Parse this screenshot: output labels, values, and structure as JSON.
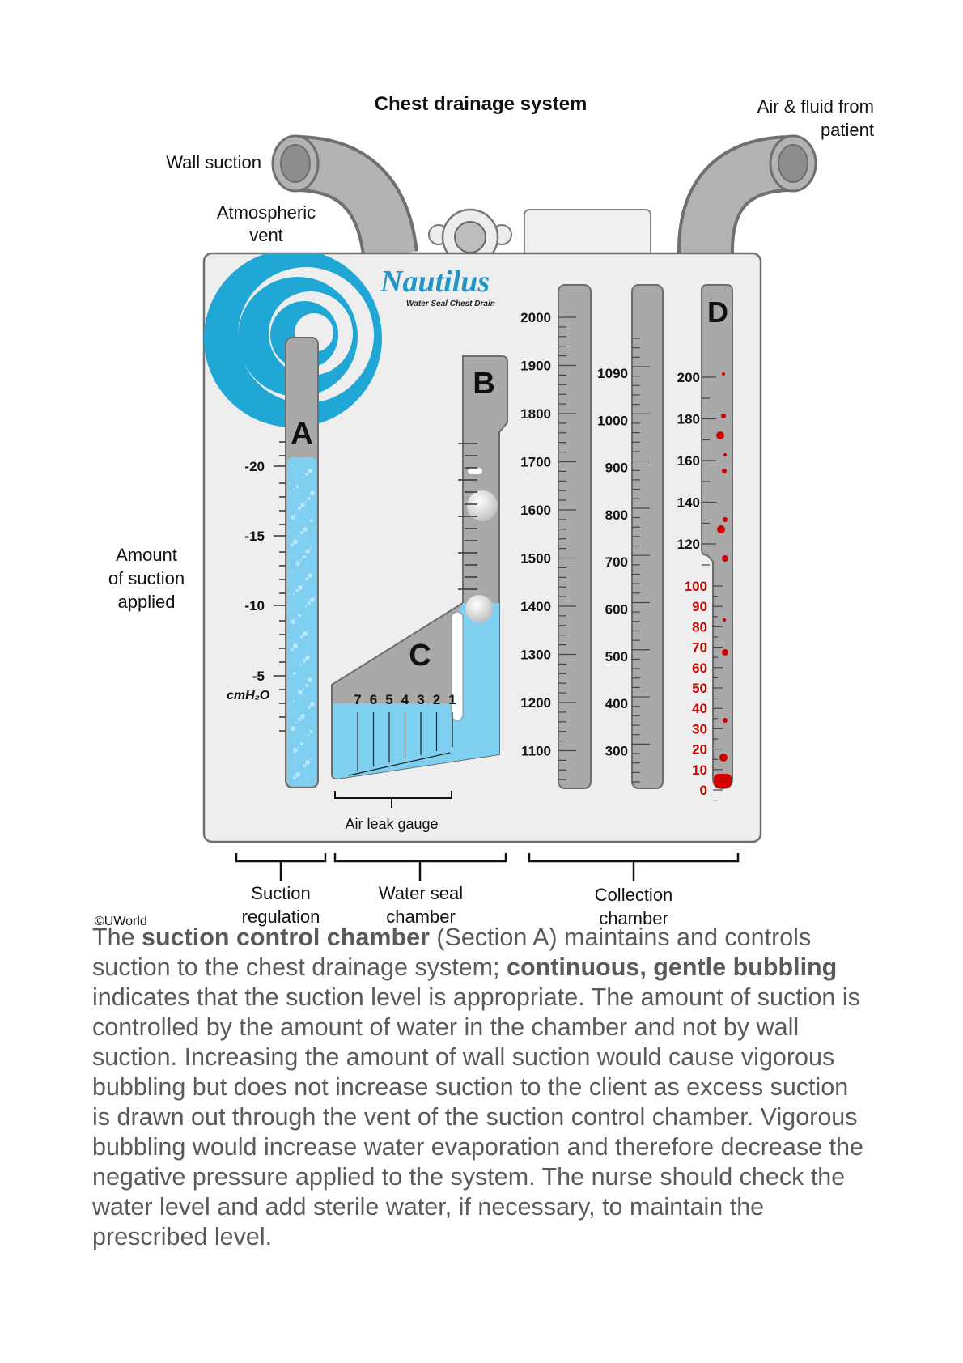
{
  "diagram": {
    "title": "Chest drainage system",
    "labels": {
      "wall_suction": "Wall suction",
      "atmospheric_vent_1": "Atmospheric",
      "atmospheric_vent_2": "vent",
      "air_fluid_1": "Air & fluid from",
      "air_fluid_2": "patient",
      "amount_1": "Amount",
      "amount_2": "of suction",
      "amount_3": "applied",
      "unit": "cmH₂O",
      "air_leak_gauge": "Air leak gauge",
      "suction_regulation_1": "Suction",
      "suction_regulation_2": "regulation",
      "water_seal_1": "Water seal",
      "water_seal_2": "chamber",
      "collection_1": "Collection",
      "collection_2": "chamber",
      "copyright": "©UWorld"
    },
    "brand": {
      "name": "Nautilus",
      "tagline": "Water Seal Chest Drain"
    },
    "sections": {
      "a": "A",
      "b": "B",
      "c": "C",
      "d": "D"
    },
    "suction_ticks": [
      "-20",
      "-15",
      "-10",
      "-5"
    ],
    "air_leak_numbers": [
      "7",
      "6",
      "5",
      "4",
      "3",
      "2",
      "1"
    ],
    "collection_col1": [
      "2000",
      "1900",
      "1800",
      "1700",
      "1600",
      "1500",
      "1400",
      "1300",
      "1200",
      "1100"
    ],
    "collection_col2": [
      "1090",
      "1000",
      "900",
      "800",
      "700",
      "600",
      "500",
      "400",
      "300"
    ],
    "collection_col3_black": [
      "200",
      "180",
      "160",
      "140",
      "120"
    ],
    "collection_col3_red": [
      "100",
      "90",
      "80",
      "70",
      "60",
      "50",
      "40",
      "30",
      "20",
      "10",
      "0"
    ],
    "colors": {
      "water": "#7fcff0",
      "swirl": "#21a7d6",
      "brand": "#1f95c8",
      "tube": "#a9a9a9",
      "fluid": "#d40000"
    }
  },
  "caption": {
    "p1": "The ",
    "b1": "suction control chamber",
    "p2": " (Section A) maintains and controls suction to the chest drainage system; ",
    "b2": "continuous, gentle bubbling",
    "p3": " indicates that the suction level is appropriate.  The amount of suction is controlled by the amount of water in the chamber and not by wall suction.  Increasing the amount of wall suction would cause vigorous bubbling but does not increase suction to the client as excess suction is drawn out through the vent of the suction control chamber.  Vigorous bubbling would increase water evaporation and therefore decrease the negative pressure applied to the system.  The nurse should check the water level and add sterile water, if necessary, to maintain the prescribed level."
  }
}
